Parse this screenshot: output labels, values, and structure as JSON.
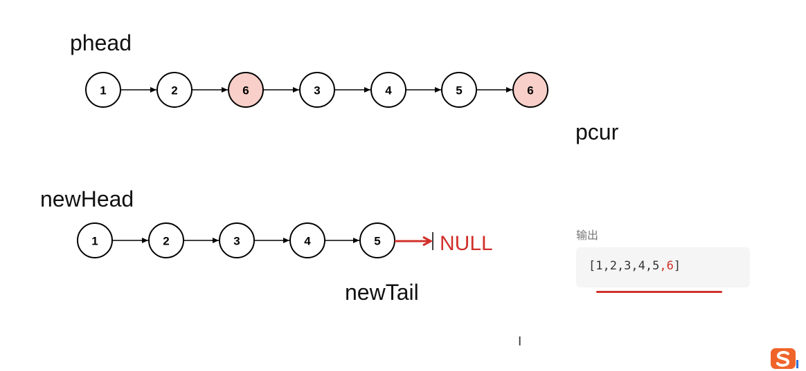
{
  "labels": {
    "phead": "phead",
    "pcur": "pcur",
    "newHead": "newHead",
    "newTail": "newTail"
  },
  "original_list": [
    {
      "value": "1",
      "highlight": false
    },
    {
      "value": "2",
      "highlight": false
    },
    {
      "value": "6",
      "highlight": true
    },
    {
      "value": "3",
      "highlight": false
    },
    {
      "value": "4",
      "highlight": false
    },
    {
      "value": "5",
      "highlight": false
    },
    {
      "value": "6",
      "highlight": true
    }
  ],
  "new_list": [
    {
      "value": "1"
    },
    {
      "value": "2"
    },
    {
      "value": "3"
    },
    {
      "value": "4"
    },
    {
      "value": "5"
    }
  ],
  "null_label": "NULL",
  "output": {
    "caption": "输出",
    "prefix": "[1,2,3,4,5",
    "error_part": ",6",
    "suffix": "]"
  },
  "colors": {
    "highlight_fill": "#f8cfc9",
    "accent_red": "#d0302a"
  },
  "icons": {
    "cursor": "text-cursor-icon",
    "ime": "sogou-input-icon"
  }
}
